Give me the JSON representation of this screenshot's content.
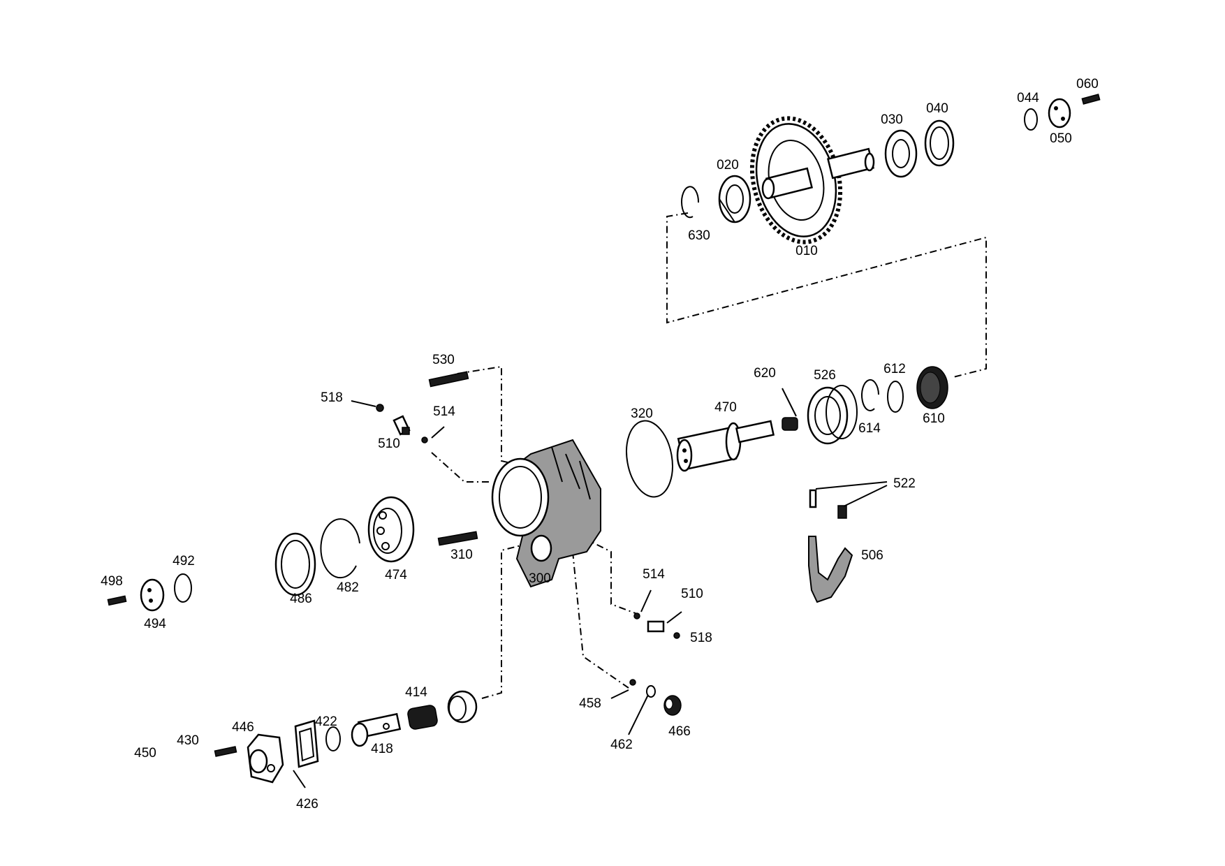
{
  "diagram": {
    "labels": {
      "p010": "010",
      "p020": "020",
      "p030": "030",
      "p040": "040",
      "p044": "044",
      "p050": "050",
      "p060": "060",
      "p630": "630",
      "p530": "530",
      "p518a": "518",
      "p510a": "510",
      "p514a": "514",
      "p320": "320",
      "p470": "470",
      "p620": "620",
      "p526": "526",
      "p612": "612",
      "p614": "614",
      "p610": "610",
      "p522": "522",
      "p506": "506",
      "p492": "492",
      "p498": "498",
      "p494": "494",
      "p486": "486",
      "p482": "482",
      "p474": "474",
      "p310": "310",
      "p300": "300",
      "p514b": "514",
      "p510b": "510",
      "p518b": "518",
      "p458": "458",
      "p462": "462",
      "p466": "466",
      "p414": "414",
      "p418": "418",
      "p422": "422",
      "p446": "446",
      "p430": "430",
      "p450": "450",
      "p426": "426"
    }
  }
}
